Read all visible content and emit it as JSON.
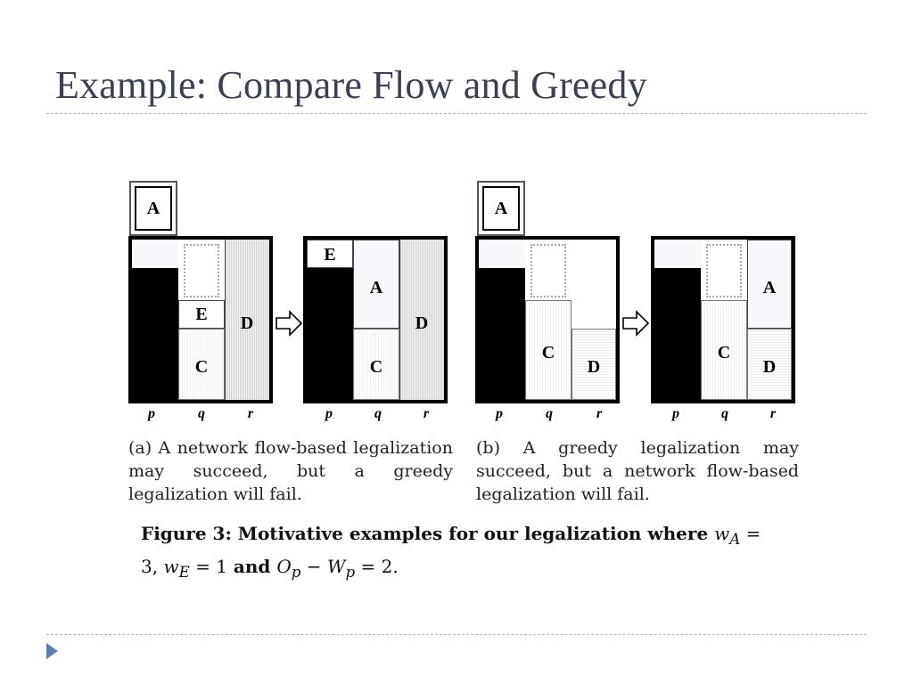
{
  "slide": {
    "title": "Example: Compare Flow and Greedy"
  },
  "figure": {
    "columns": [
      "p",
      "q",
      "r"
    ],
    "diagrams": [
      {
        "cells": [
          "A",
          "E",
          "C",
          "D"
        ]
      },
      {
        "cells": [
          "E",
          "A",
          "C",
          "D"
        ]
      },
      {
        "cells": [
          "A",
          "C",
          "D"
        ]
      },
      {
        "cells": [
          "A",
          "C",
          "D"
        ]
      }
    ],
    "caption_a": "(a) A network flow-based legalization may succeed, but a greedy legalization will fail.",
    "caption_b": "(b) A greedy legalization may succeed, but a network flow-based legalization will fail.",
    "figure_caption": {
      "prefix": "Figure 3: Motivative examples for our legalization where",
      "math1": "w",
      "math1_sub": "A",
      "math1_rest": " = 3, ",
      "math2": "w",
      "math2_sub": "E",
      "math2_rest": " = 1",
      "and_word": " and ",
      "math3": "O",
      "math3_sub": "p",
      "math3_mid": " − ",
      "math4": "W",
      "math4_sub": "p",
      "math4_rest": " = 2."
    }
  },
  "colors": {
    "title": "#3c4150",
    "rule": "#a9b3c2",
    "nav_arrow": "#5b7fb3"
  }
}
